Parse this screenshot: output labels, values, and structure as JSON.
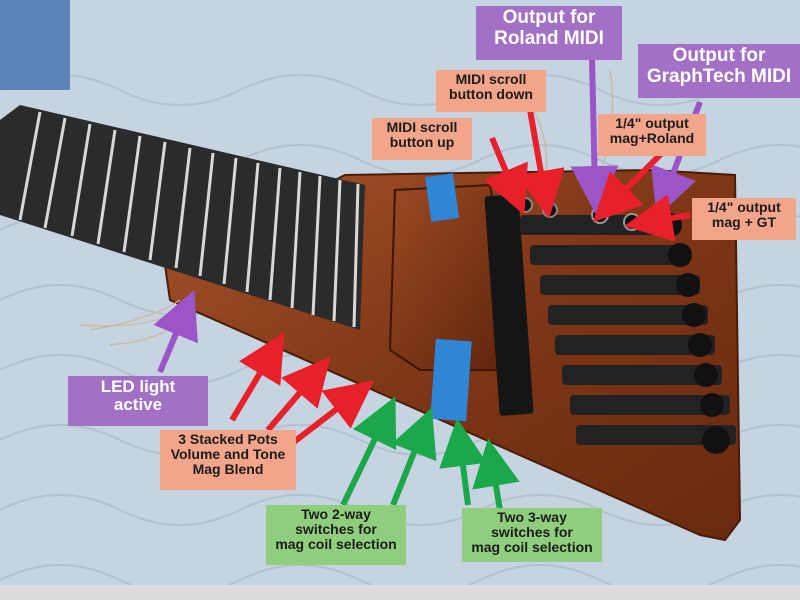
{
  "photo": {
    "subject": "guitar-body-photo",
    "colors": {
      "quilt": "#c8d4e1",
      "wood": "#8a3f1a",
      "neck": "#2a2a2a",
      "fret": "#d9d9d9",
      "pickup": "#1a1a1a",
      "tuner": "#262626",
      "arrow_red": "#e8202a",
      "arrow_purple": "#9b55c8",
      "arrow_green": "#1aa84b"
    }
  },
  "labels": {
    "output_roland": "Output for\nRoland MIDI",
    "output_graphtech": "Output for\nGraphTech MIDI",
    "midi_scroll_down": "MIDI scroll\nbutton down",
    "midi_scroll_up": "MIDI scroll\nbutton up",
    "output_mag_roland": "1/4\" output\nmag+Roland",
    "output_mag_gt": "1/4\" output\nmag + GT",
    "led_light": "LED light\nactive",
    "stacked_pots": "3 Stacked Pots\nVolume and Tone\nMag Blend",
    "two_2way": "Two 2-way\nswitches for\nmag coil selection",
    "two_3way": "Two 3-way\nswitches for\nmag coil selection"
  }
}
